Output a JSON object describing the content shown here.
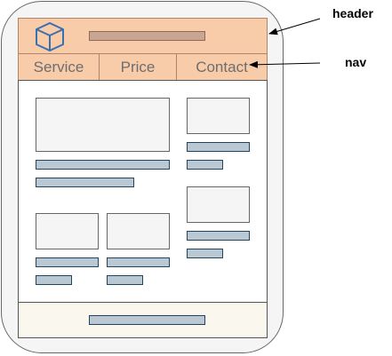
{
  "nav": {
    "items": [
      {
        "label": "Service"
      },
      {
        "label": "Price"
      },
      {
        "label": "Contact"
      }
    ]
  },
  "callouts": {
    "header_label": "header",
    "nav_label": "nav"
  },
  "colors": {
    "header_fill": "#f8cba9",
    "bar_fill": "#bac8d3",
    "footer_fill": "#f9f7ee",
    "device_fill": "#f5f5f5"
  },
  "icons": {
    "logo": "cube-icon"
  }
}
